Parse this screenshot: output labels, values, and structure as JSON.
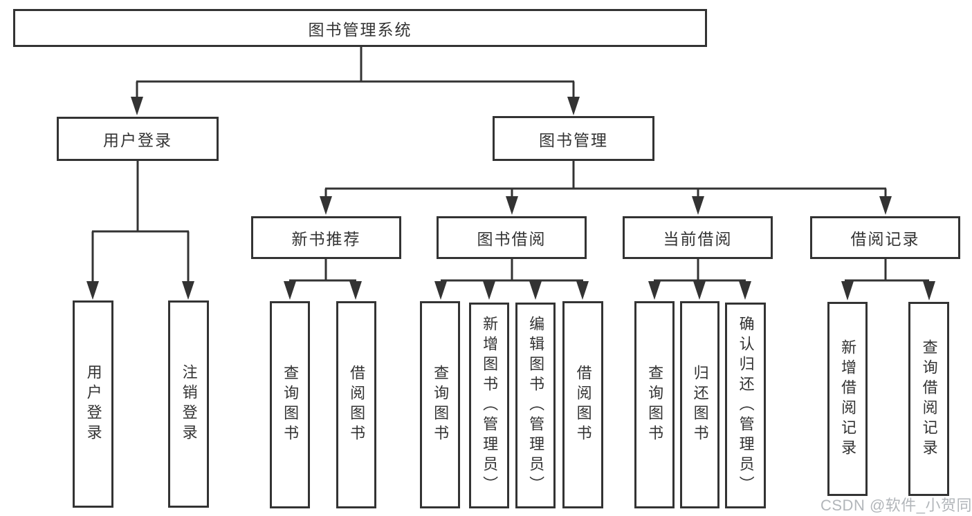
{
  "nodes": {
    "root": "图书管理系统",
    "user_login": "用户登录",
    "book_management": "图书管理",
    "new_book_recommend": "新书推荐",
    "book_borrow": "图书借阅",
    "current_borrow": "当前借阅",
    "borrow_record": "借阅记录",
    "user_login_children": [
      "用户登录",
      "注销登录"
    ],
    "new_book_recommend_children": [
      "查询图书",
      "借阅图书"
    ],
    "book_borrow_children": [
      "查询图书",
      "新增图书（管理员）",
      "编辑图书（管理员）",
      "借阅图书"
    ],
    "current_borrow_children": [
      "查询图书",
      "归还图书",
      "确认归还（管理员）"
    ],
    "borrow_record_children": [
      "新增借阅记录",
      "查询借阅记录"
    ]
  },
  "watermark": "CSDN @软件_小贺同学",
  "colors": {
    "line": "#333333",
    "text": "#333333",
    "watermark_gray": "#949aa0",
    "background": "#ffffff"
  }
}
